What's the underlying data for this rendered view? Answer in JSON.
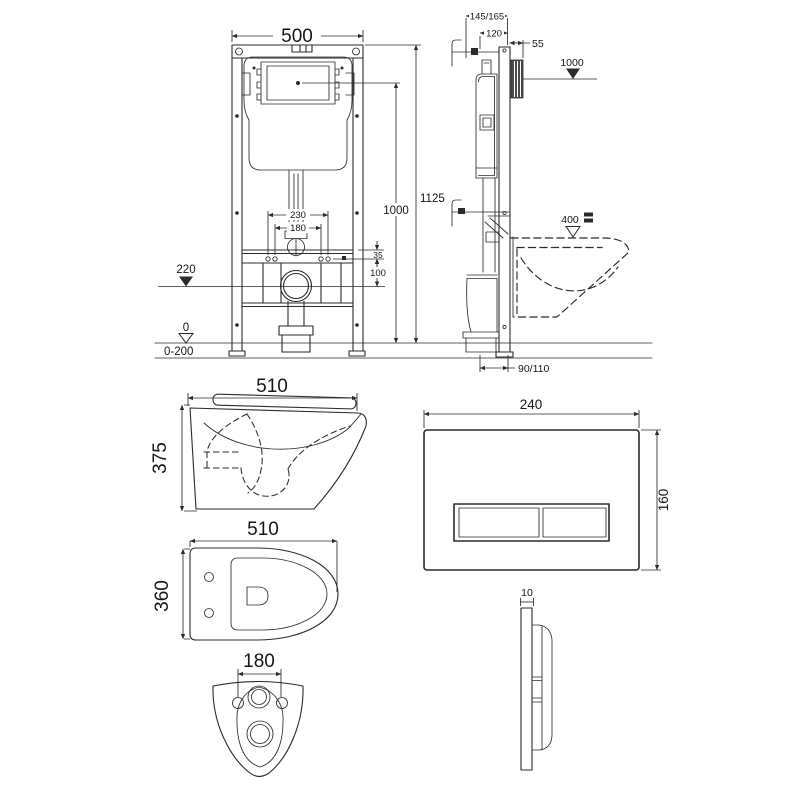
{
  "page": {
    "background": "#ffffff",
    "ink": "#2b2b2b"
  },
  "installation_front": {
    "frame_width": "500",
    "frame_height": "1125",
    "actuation_height": "1000",
    "fixing_span_outer": "230",
    "fixing_span_inner": "180",
    "support_bar_offset": "35",
    "fixing_to_outlet": "100",
    "outlet_height": "220",
    "floor_level": "0",
    "foot_adjustment": "0-200"
  },
  "installation_side": {
    "frame_depth_range": "145/165",
    "frame_depth": "120",
    "plate_offset": "55",
    "actuation_height": "1000",
    "rim_height": "400",
    "outlet_offset": "90/110"
  },
  "pan_side": {
    "depth": "510",
    "height": "375"
  },
  "pan_top": {
    "depth": "510",
    "width": "360"
  },
  "pan_rear": {
    "fixing_centres": "180"
  },
  "flush_plate_front": {
    "width": "240",
    "height": "160"
  },
  "flush_plate_side": {
    "thickness": "10"
  }
}
